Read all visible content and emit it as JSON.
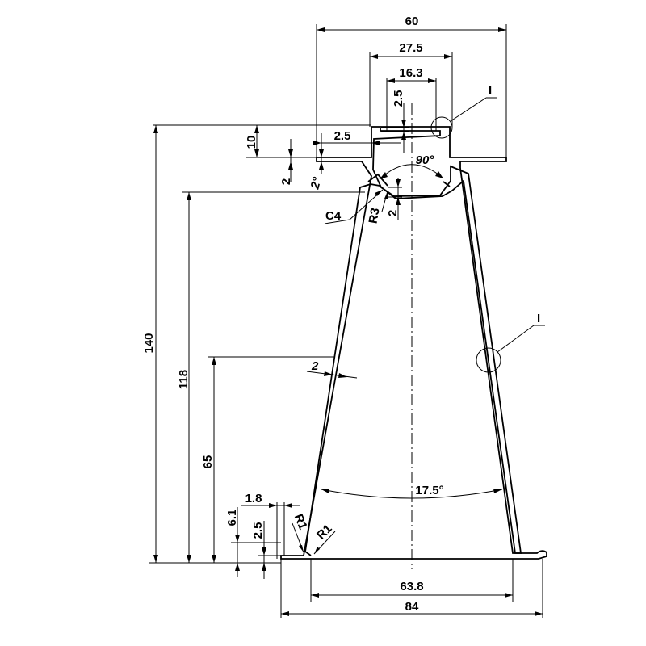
{
  "dimensions": {
    "overall_top_width": "60",
    "slot_width": "27.5",
    "slot_inner_width": "16.3",
    "slot_lip_height": "2.5",
    "lip_width": "2.5",
    "flange_height": "10",
    "flange_thickness": "2",
    "draft_angle": "2°",
    "v_angle": "90°",
    "chamfer": "C4",
    "fillet_r3": "R3",
    "v_depth": "2",
    "overall_height": "140",
    "inner_height": "118",
    "mid_height": "65",
    "wall_thickness": "2",
    "taper_angle": "17.5°",
    "foot_lip_width": "1.8",
    "foot_height": "6.1",
    "foot_thickness": "2.5",
    "fillet_r1_left": "R1",
    "fillet_r1_right": "R1",
    "base_inner_width": "63.8",
    "base_width": "84"
  },
  "details": {
    "detail_top": "I",
    "detail_wall": "I"
  }
}
